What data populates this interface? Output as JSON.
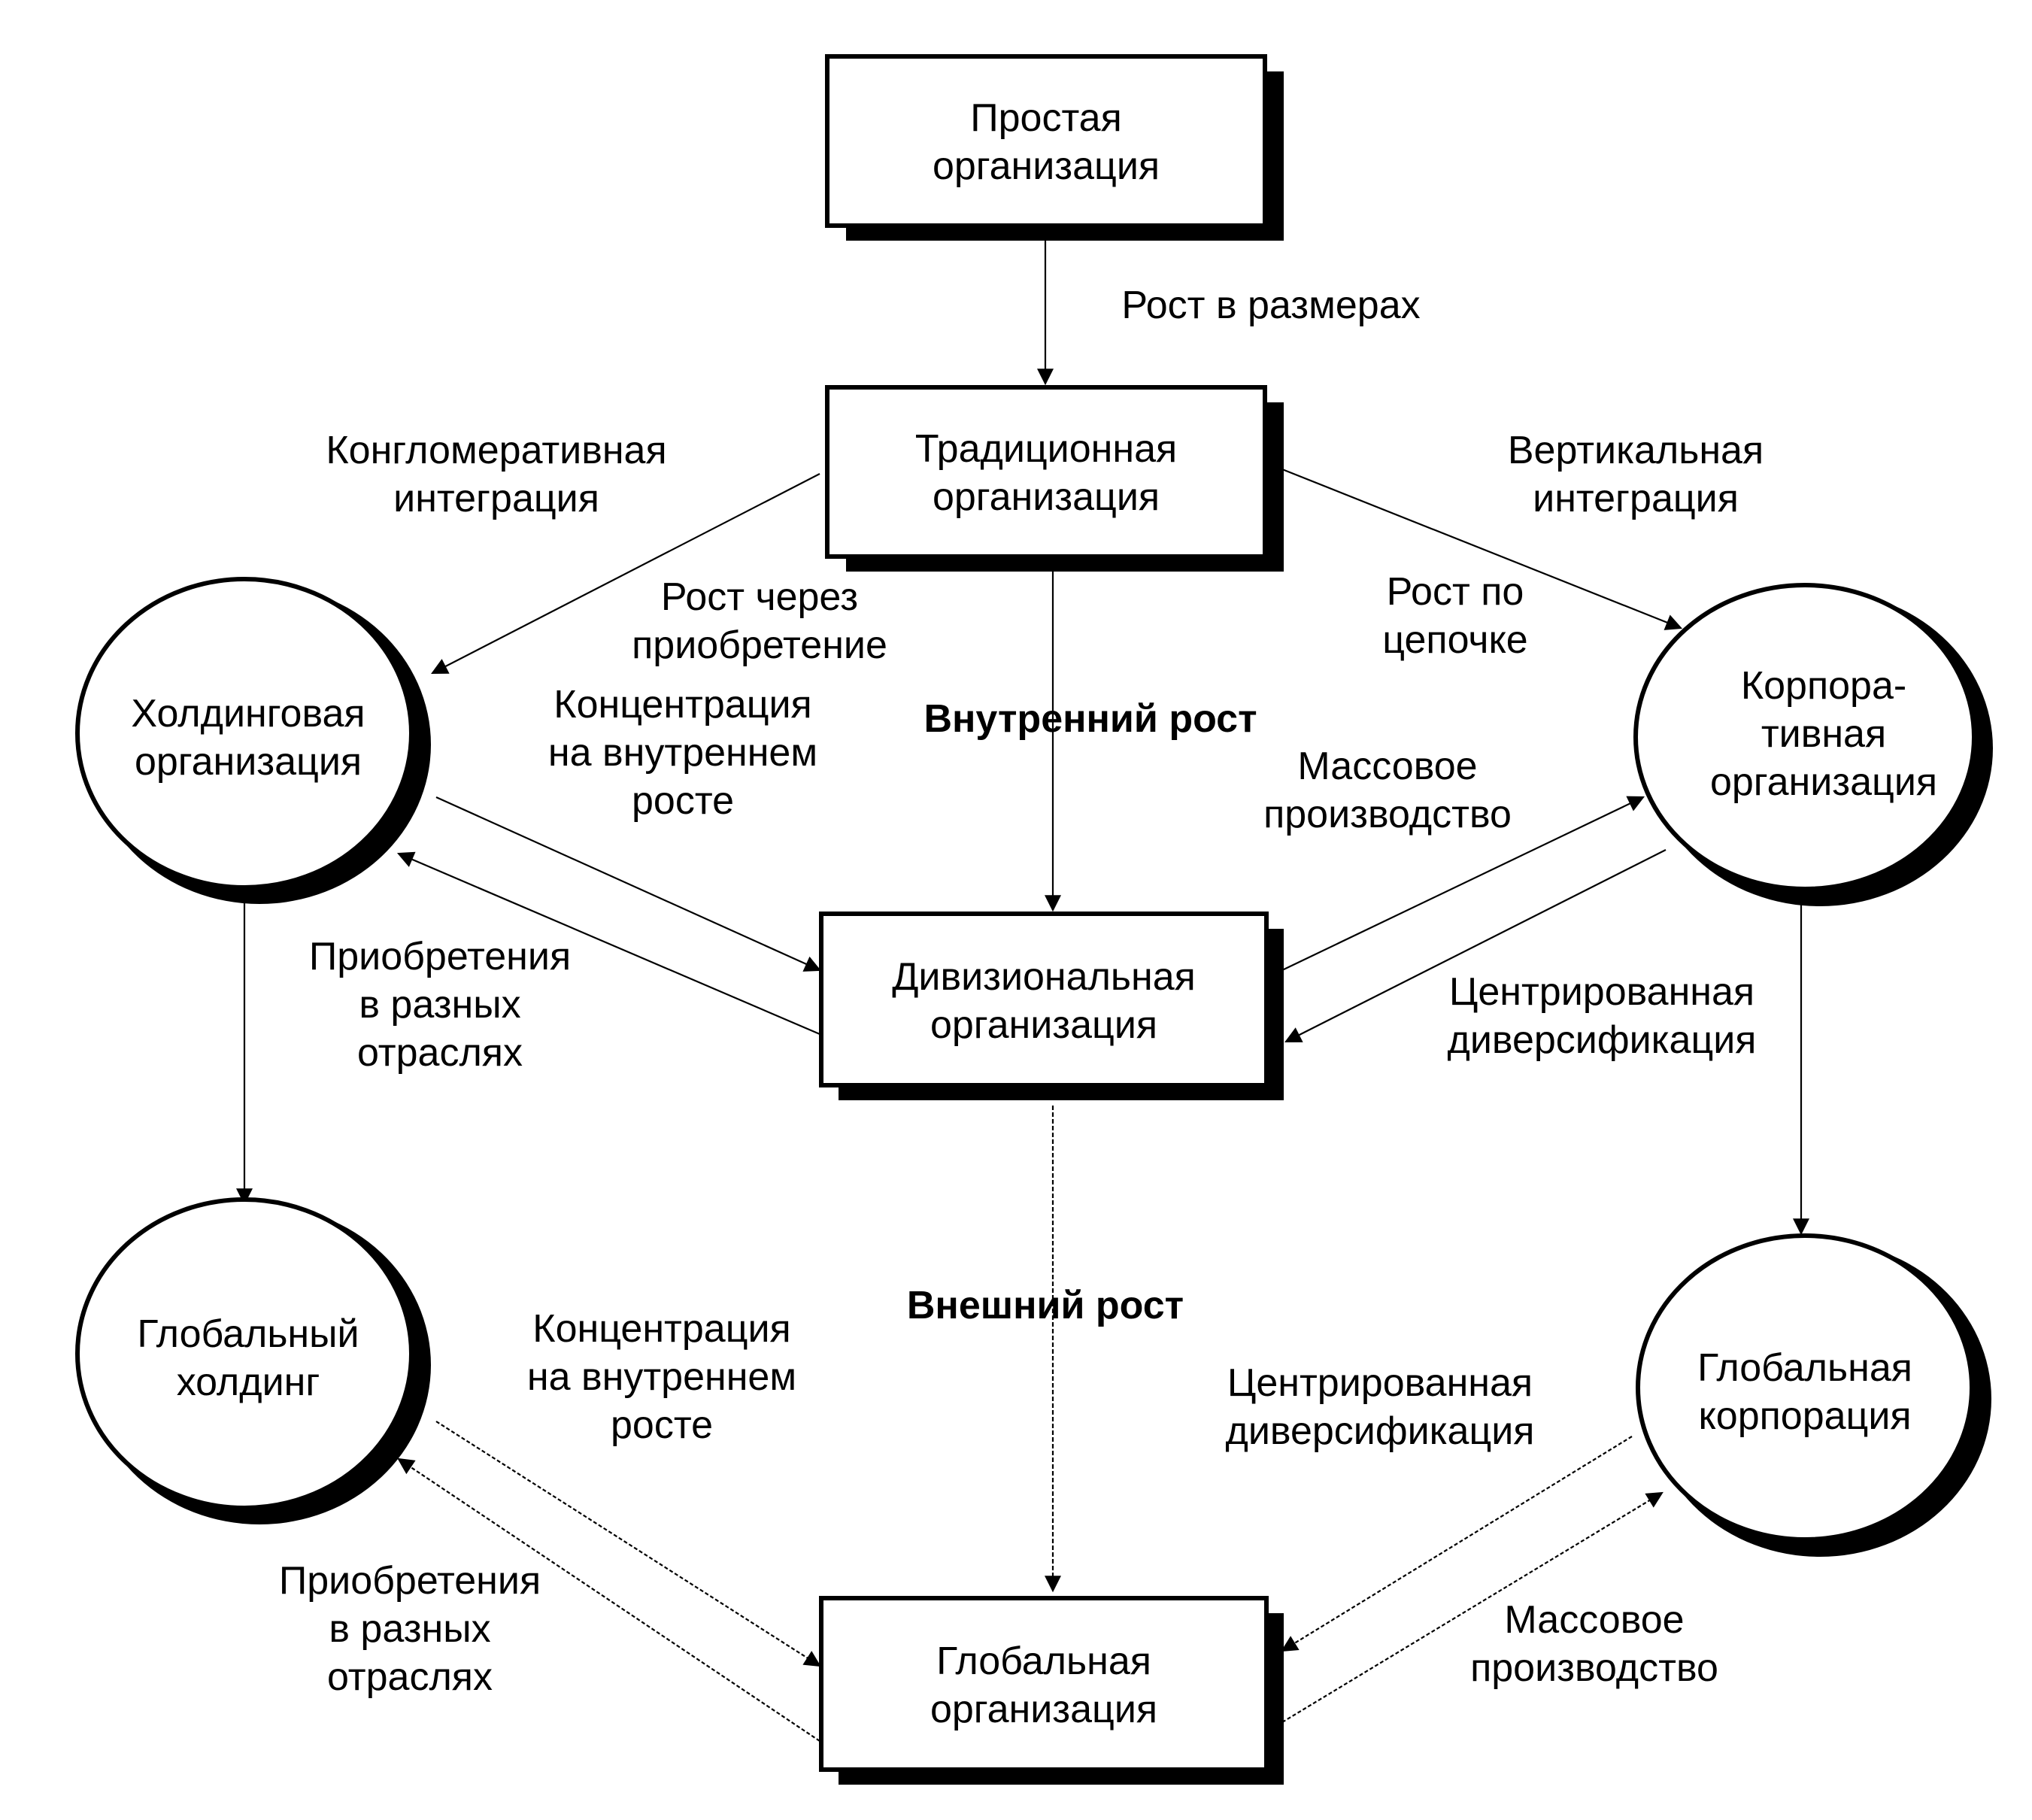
{
  "nodes": {
    "simple": [
      "Простая",
      "организация"
    ],
    "traditional": [
      "Традиционная",
      "организация"
    ],
    "holding": [
      "Холдинговая",
      "организация"
    ],
    "corporate": [
      "Корпора-",
      "тивная",
      "организация"
    ],
    "divisional": [
      "Дивизиональная",
      "организация"
    ],
    "global_holding": [
      "Глобальный",
      "холдинг"
    ],
    "global_corporation": [
      "Глобальная",
      "корпорация"
    ],
    "global_org": [
      "Глобальная",
      "организация"
    ]
  },
  "labels": {
    "growth_size": [
      "Рост в размерах"
    ],
    "conglomerate": [
      "Конгломеративная",
      "интеграция"
    ],
    "vertical": [
      "Вертикальная",
      "интеграция"
    ],
    "growth_acquisition": [
      "Рост через",
      "приобретение"
    ],
    "growth_chain": [
      "Рост по",
      "цепочке"
    ],
    "internal_growth": [
      "Внутренний рост"
    ],
    "concentration_1": [
      "Концентрация",
      "на внутреннем",
      "росте"
    ],
    "mass_production_1": [
      "Массовое",
      "производство"
    ],
    "acquisitions_1": [
      "Приобретения",
      "в разных",
      "отраслях"
    ],
    "centered_div_1": [
      "Центрированная",
      "диверсификация"
    ],
    "external_growth": [
      "Внешний рост"
    ],
    "concentration_2": [
      "Концентрация",
      "на внутреннем",
      "росте"
    ],
    "centered_div_2": [
      "Центрированная",
      "диверсификация"
    ],
    "acquisitions_2": [
      "Приобретения",
      "в разных",
      "отраслях"
    ],
    "mass_production_2": [
      "Массовое",
      "производство"
    ]
  }
}
